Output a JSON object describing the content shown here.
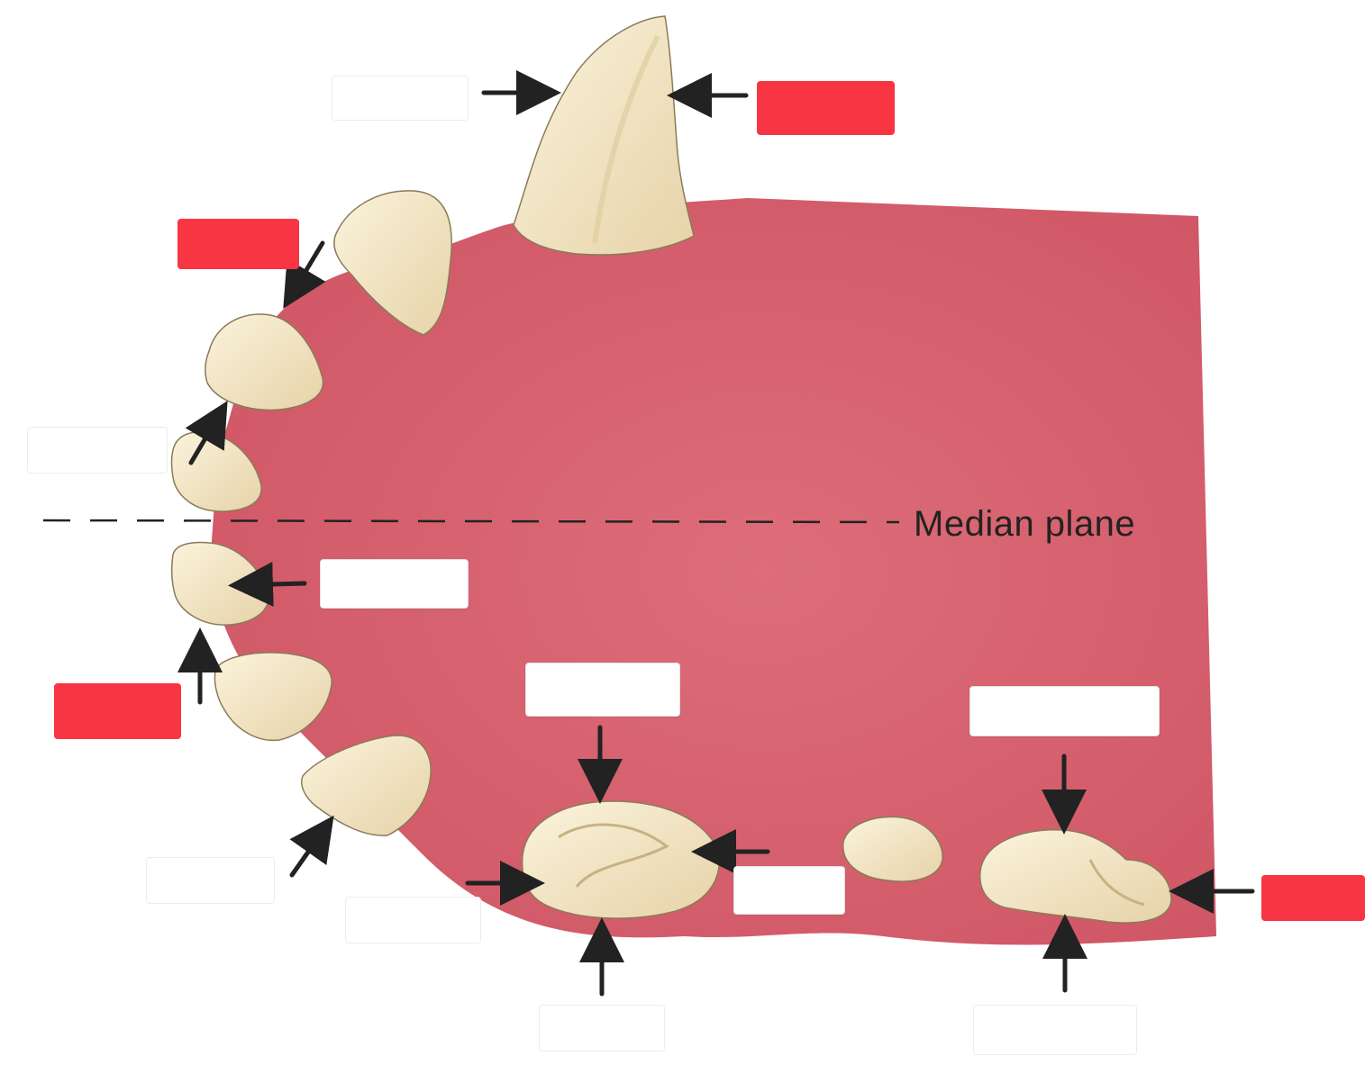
{
  "median_plane_label": "Median plane",
  "colors": {
    "gum": "#d95f6c",
    "gum_dark": "#c9505e",
    "tooth": "#f3e6c4",
    "tooth_shadow": "#d9c79e",
    "arrow": "#222222",
    "label_red": "#f73543",
    "label_white": "#ffffff"
  },
  "label_boxes": [
    {
      "id": "top-left-box",
      "state": "blank"
    },
    {
      "id": "top-right-box",
      "state": "hidden"
    },
    {
      "id": "upper-left-box",
      "state": "hidden"
    },
    {
      "id": "left-mid-box",
      "state": "blank"
    },
    {
      "id": "incisor-inner-box",
      "state": "blank"
    },
    {
      "id": "lower-left-box",
      "state": "hidden"
    },
    {
      "id": "molar-top-box",
      "state": "blank"
    },
    {
      "id": "right-top-box",
      "state": "blank"
    },
    {
      "id": "bottom-left-box",
      "state": "blank"
    },
    {
      "id": "bottom-mid-left-box",
      "state": "blank"
    },
    {
      "id": "molar-right-box",
      "state": "blank"
    },
    {
      "id": "far-right-box",
      "state": "hidden"
    },
    {
      "id": "bottom-center-box",
      "state": "blank"
    },
    {
      "id": "bottom-right-box",
      "state": "blank"
    }
  ]
}
